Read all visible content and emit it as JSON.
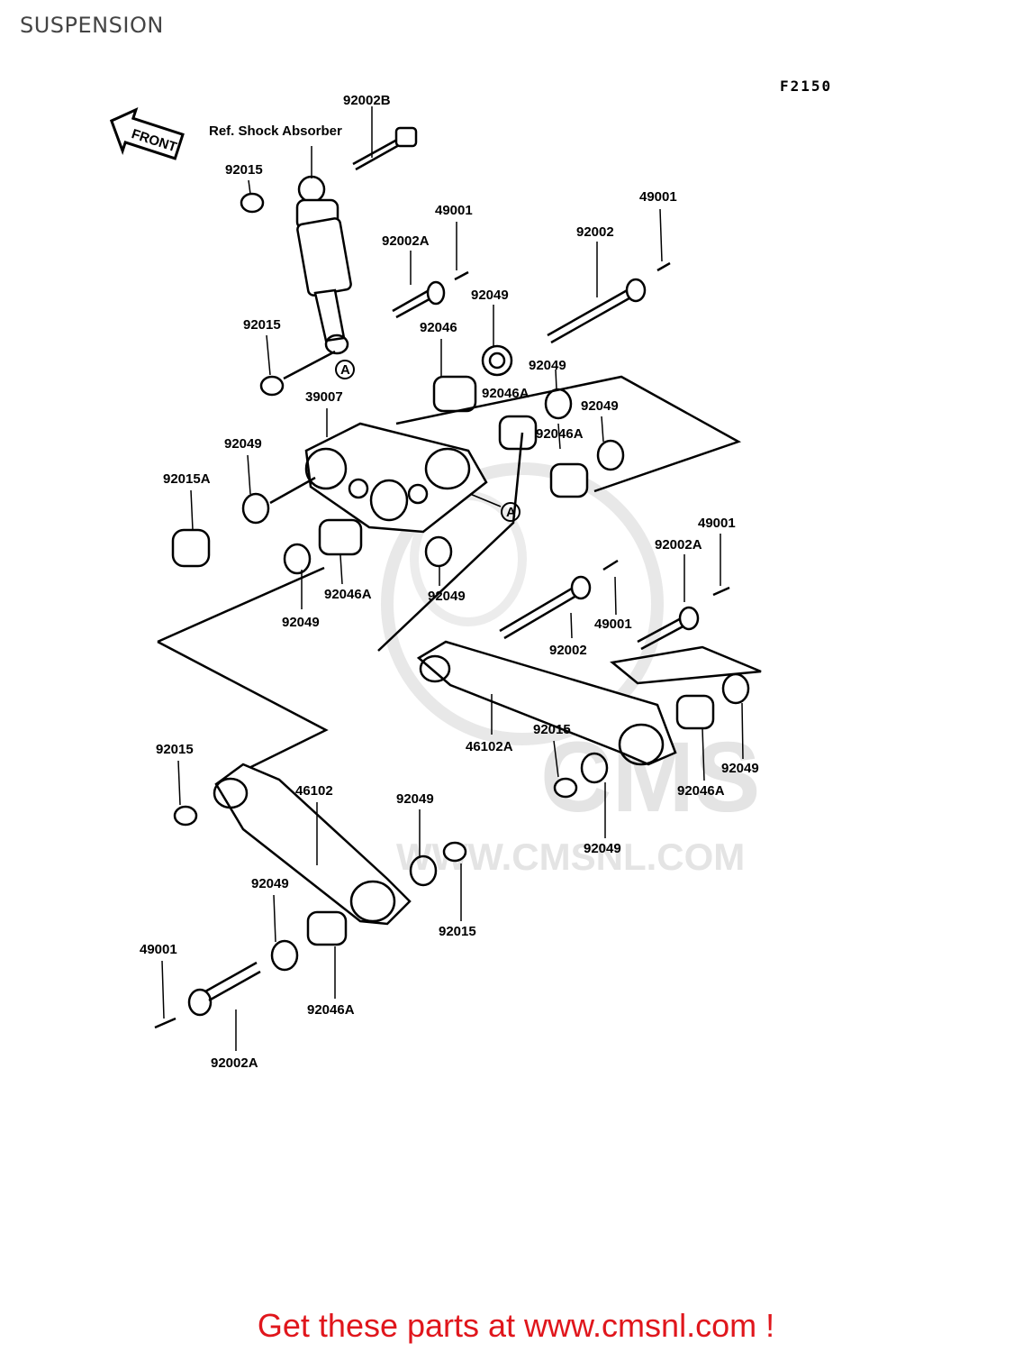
{
  "header": {
    "title": "SUSPENSION",
    "figure_code": "F2150"
  },
  "front_marker": "FRONT",
  "watermark": {
    "brand": "CMS",
    "url": "WWW.CMSNL.COM"
  },
  "callouts": {
    "ref_shock": "Ref. Shock Absorber",
    "p92002B": "92002B",
    "p92015_a": "92015",
    "p49001_a": "49001",
    "p92002A_a": "92002A",
    "p49001_b": "49001",
    "p92002_a": "92002",
    "p92049_a": "92049",
    "p92015_b": "92015",
    "p92046": "92046",
    "p39007": "39007",
    "p92049_b": "92049",
    "p92046A_a": "92046A",
    "p92049_c": "92049",
    "p92046A_b": "92046A",
    "p92049_d": "92049",
    "p92015A": "92015A",
    "p92046A_c": "92046A",
    "p92049_e": "92049",
    "p92049_f": "92049",
    "p49001_c": "49001",
    "p92002A_b": "92002A",
    "p49001_d": "49001",
    "p92002_b": "92002",
    "p46102A": "46102A",
    "p92015_c": "92015",
    "p92049_g": "92049",
    "p92046A_d": "92046A",
    "p92015_d": "92015",
    "p46102": "46102",
    "p92049_h": "92049",
    "p92049_i": "92049",
    "p92049_j": "92049",
    "p92015_e": "92015",
    "p49001_e": "49001",
    "p92046A_e": "92046A",
    "p92002A_c": "92002A",
    "ref_a": "A"
  },
  "footer": {
    "cta": "Get these parts at www.cmsnl.com !"
  },
  "colors": {
    "cta": "#e0161c",
    "title": "#444444",
    "watermark": "#e4e4e4"
  }
}
